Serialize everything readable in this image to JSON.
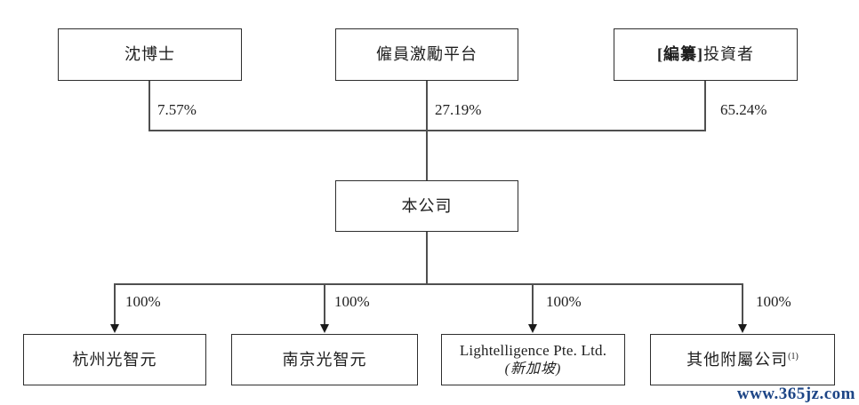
{
  "diagram_title": "shareholding-structure",
  "shareholders": [
    {
      "prefix": "",
      "name": "沈博士",
      "pct": "7.57%"
    },
    {
      "prefix": "",
      "name": "僱員激勵平台",
      "pct": "27.19%"
    },
    {
      "prefix": "[編纂]",
      "name": "投資者",
      "pct": "65.24%"
    }
  ],
  "company": {
    "name": "本公司"
  },
  "subsidiaries": [
    {
      "name": "杭州光智元",
      "sub": "",
      "note": "",
      "pct": "100%"
    },
    {
      "name": "南京光智元",
      "sub": "",
      "note": "",
      "pct": "100%"
    },
    {
      "name": "Lightelligence Pte. Ltd.",
      "sub": "(新加坡)",
      "note": "",
      "pct": "100%"
    },
    {
      "name": "其他附屬公司",
      "sub": "",
      "note": "(1)",
      "pct": "100%"
    }
  ],
  "watermark": "www.365jz.com",
  "colors": {
    "line": "#4f4f4f",
    "box_border": "#2e2e2e",
    "text": "#1f1f1f",
    "watermark": "#1d4586"
  }
}
